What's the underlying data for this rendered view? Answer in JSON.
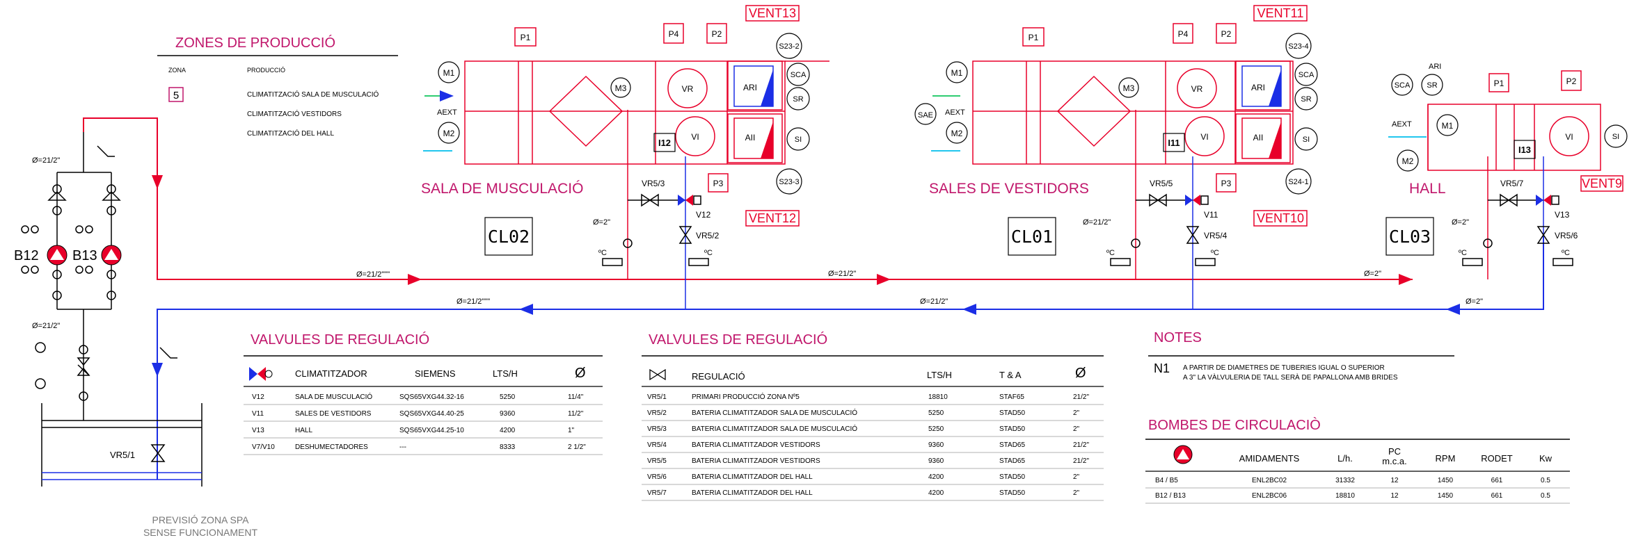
{
  "zones": {
    "title": "ZONES DE PRODUCCIÓ",
    "col_zona": "ZONA",
    "col_produccio": "PRODUCCIÓ",
    "zone_number": "5",
    "items": [
      "CLIMATITZACIÓ SALA DE MUSCULACIÓ",
      "CLIMATITZACIÓ VESTIDORS",
      "CLIMATITZACIÓ DEL HALL"
    ]
  },
  "units": {
    "musculacio": {
      "label": "SALA DE MUSCULACIÓ",
      "tag": "CL02",
      "vent_top": "VENT13",
      "vent_bottom": "VENT12",
      "hx": "I12",
      "sensor_a": "S23-2",
      "sensor_b": "S23-3",
      "valve_main": "VR5/3",
      "valve_ret": "VR5/2",
      "v_tag": "V12"
    },
    "vestidors": {
      "label": "SALES DE VESTIDORS",
      "tag": "CL01",
      "vent_top": "VENT11",
      "vent_bottom": "VENT10",
      "hx": "I11",
      "sensor_a": "S23-4",
      "sensor_b": "S24-1",
      "valve_main": "VR5/5",
      "valve_ret": "VR5/4",
      "v_tag": "V11",
      "sae": "SAE"
    },
    "hall": {
      "label": "HALL",
      "tag": "CL03",
      "vent": "VENT9",
      "hx": "I13",
      "valve_main": "VR5/7",
      "valve_ret": "VR5/6",
      "v_tag": "V13"
    }
  },
  "common": {
    "p1": "P1",
    "p2": "P2",
    "p3": "P3",
    "p4": "P4",
    "m1": "M1",
    "m2": "M2",
    "m3": "M3",
    "vr": "VR",
    "vi": "VI",
    "ari": "ARI",
    "aii": "AII",
    "sca": "SCA",
    "sr": "SR",
    "si": "SI",
    "aext": "AEXT",
    "temp": "ºC"
  },
  "pipes": {
    "d212_quote": "Ø=21/2\"",
    "d212_triple": "Ø=21/2\"\"\"",
    "d2": "Ø=2\"",
    "d2_quote": "Ø=2\""
  },
  "pumps": {
    "b12": "B12",
    "b13": "B13",
    "vr51": "VR5/1"
  },
  "spa": {
    "line1": "PREVISIÓ ZONA SPA",
    "line2": "SENSE FUNCIONAMENT"
  },
  "valves_table_1": {
    "title": "VALVULES DE REGULACIÓ",
    "headers": [
      "CLIMATITZADOR",
      "SIEMENS",
      "LTS/H",
      "Ø"
    ],
    "rows": [
      [
        "V12",
        "SALA DE MUSCULACIÓ",
        "SQS65VXG44.32-16",
        "5250",
        "11/4\""
      ],
      [
        "V11",
        "SALES DE VESTIDORS",
        "SQS65VXG44.40-25",
        "9360",
        "11/2\""
      ],
      [
        "V13",
        "HALL",
        "SQS65VXG44.25-10",
        "4200",
        "1\""
      ],
      [
        "V7/V10",
        "DESHUMECTADORES",
        "---",
        "8333",
        "2 1/2\""
      ]
    ]
  },
  "valves_table_2": {
    "title": "VALVULES DE REGULACIÓ",
    "headers": [
      "REGULACIÓ",
      "LTS/H",
      "T & A",
      "Ø"
    ],
    "rows": [
      [
        "VR5/1",
        "PRIMARI PRODUCCIÓ ZONA Nº5",
        "18810",
        "STAF65",
        "21/2\""
      ],
      [
        "VR5/2",
        "BATERIA CLIMATITZADOR SALA DE MUSCULACIÓ",
        "5250",
        "STAD50",
        "2\""
      ],
      [
        "VR5/3",
        "BATERIA CLIMATITZADOR SALA DE MUSCULACIÓ",
        "5250",
        "STAD50",
        "2\""
      ],
      [
        "VR5/4",
        "BATERIA CLIMATITZADOR VESTIDORS",
        "9360",
        "STAD65",
        "21/2\""
      ],
      [
        "VR5/5",
        "BATERIA CLIMATITZADOR VESTIDORS",
        "9360",
        "STAD65",
        "21/2\""
      ],
      [
        "VR5/6",
        "BATERIA CLIMATITZADOR DEL HALL",
        "4200",
        "STAD50",
        "2\""
      ],
      [
        "VR5/7",
        "BATERIA CLIMATITZADOR DEL HALL",
        "4200",
        "STAD50",
        "2\""
      ]
    ]
  },
  "notes": {
    "title": "NOTES",
    "n1_label": "N1",
    "n1_line1": "A PARTIR DE DIAMETRES DE TUBERIES IGUAL O SUPERIOR",
    "n1_line2": "A 3\" LA VÀLVULERIA DE TALL SERÀ DE PAPALLONA AMB BRIDES"
  },
  "bombes": {
    "title": "BOMBES DE CIRCULACIÒ",
    "headers": [
      "AMIDAMENTS",
      "L/h.",
      "PC",
      "m.c.a.",
      "RPM",
      "RODET",
      "Kw"
    ],
    "rows": [
      [
        "B4 / B5",
        "ENL2BC02",
        "31332",
        "12",
        "1450",
        "661",
        "0.5"
      ],
      [
        "B12 / B13",
        "ENL2BC06",
        "18810",
        "12",
        "1450",
        "661",
        "0.5"
      ]
    ]
  }
}
